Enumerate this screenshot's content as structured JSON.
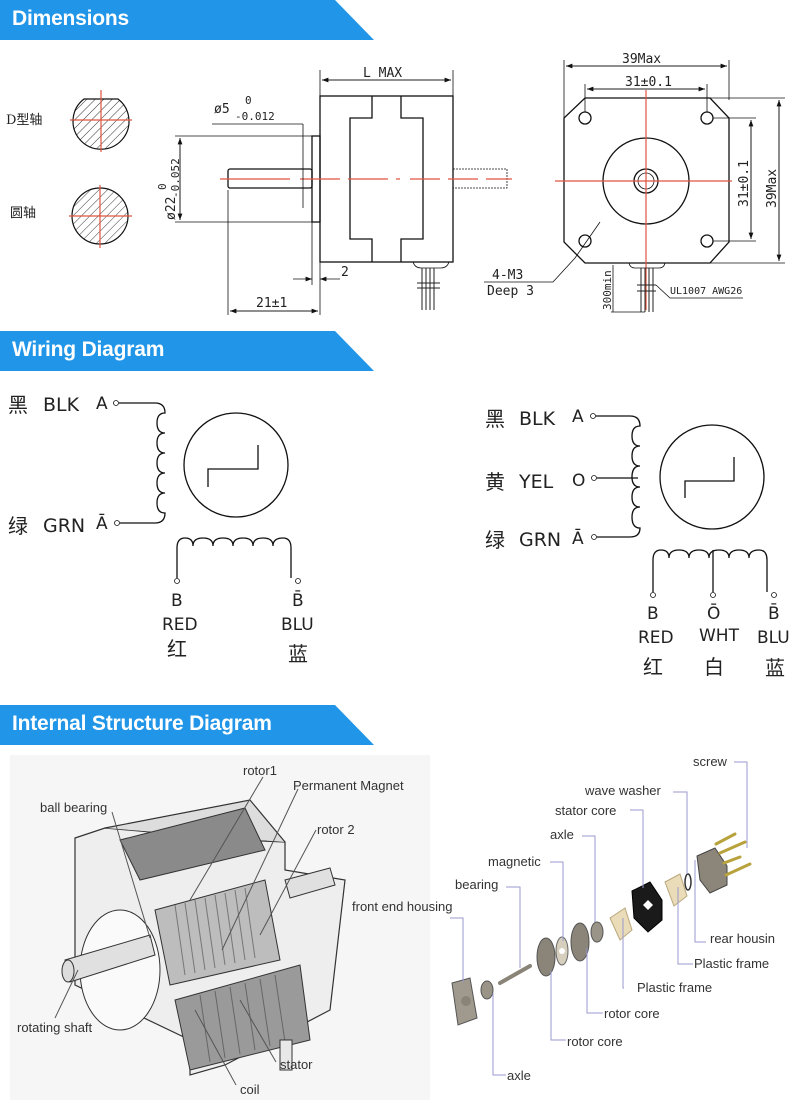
{
  "sections": {
    "dimensions": {
      "title": "Dimensions"
    },
    "wiring": {
      "title": "Wiring Diagram"
    },
    "structure": {
      "title": "Internal Structure Diagram"
    }
  },
  "colors": {
    "banner": "#2196e8",
    "centerline": "#e05540",
    "leader": "#9a9ad0"
  },
  "dimensions": {
    "shaft_types": {
      "d_shaft": "D型轴",
      "round_shaft": "圆轴"
    },
    "shaft_diameter": {
      "base": "ø5",
      "upper": "0",
      "lower": "-0.012"
    },
    "flange_diameter": {
      "base": "ø22",
      "upper": "0",
      "lower": "-0.052"
    },
    "length": "L MAX",
    "flange_thickness": "2",
    "shaft_length": "21±1",
    "mount_holes": {
      "line1": "4-M3",
      "line2": "Deep 3"
    },
    "width_max": "39Max",
    "height_max": "39Max",
    "hole_spacing_h": "31±0.1",
    "hole_spacing_v": "31±0.1",
    "lead_length": "300min",
    "cable_spec": "UL1007 AWG26"
  },
  "wiring": {
    "four_wire": {
      "coil_a": [
        {
          "cn": "黑",
          "color": "BLK",
          "terminal": "A"
        },
        {
          "cn": "绿",
          "color": "GRN",
          "terminal": "Ā"
        }
      ],
      "coil_b": [
        {
          "cn": "红",
          "color": "RED",
          "terminal": "B"
        },
        {
          "cn": "蓝",
          "color": "BLU",
          "terminal": "B̄"
        }
      ]
    },
    "six_wire": {
      "coil_a": [
        {
          "cn": "黑",
          "color": "BLK",
          "terminal": "A"
        },
        {
          "cn": "黄",
          "color": "YEL",
          "terminal": "O"
        },
        {
          "cn": "绿",
          "color": "GRN",
          "terminal": "Ā"
        }
      ],
      "coil_b": [
        {
          "cn": "红",
          "color": "RED",
          "terminal": "B"
        },
        {
          "cn": "白",
          "color": "WHT",
          "terminal": "Ō"
        },
        {
          "cn": "蓝",
          "color": "BLU",
          "terminal": "B̄"
        }
      ]
    }
  },
  "structure": {
    "cutaway_labels": {
      "rotor1": "rotor1",
      "permanent_magnet": "Permanent Magnet",
      "ball_bearing": "ball bearing",
      "rotor2": "rotor 2",
      "rotating_shaft": "rotating shaft",
      "stator": "stator",
      "coil": "coil"
    },
    "exploded_labels": {
      "screw": "screw",
      "wave_washer": "wave washer",
      "stator_core": "stator core",
      "axle_top": "axle",
      "magnetic": "magnetic",
      "bearing": "bearing",
      "front_end_housing": "front end housing",
      "rear_housing": "rear housin",
      "plastic_frame_1": "Plastic frame",
      "plastic_frame_2": "Plastic frame",
      "rotor_core_1": "rotor core",
      "rotor_core_2": "rotor core",
      "axle_bottom": "axle"
    }
  }
}
